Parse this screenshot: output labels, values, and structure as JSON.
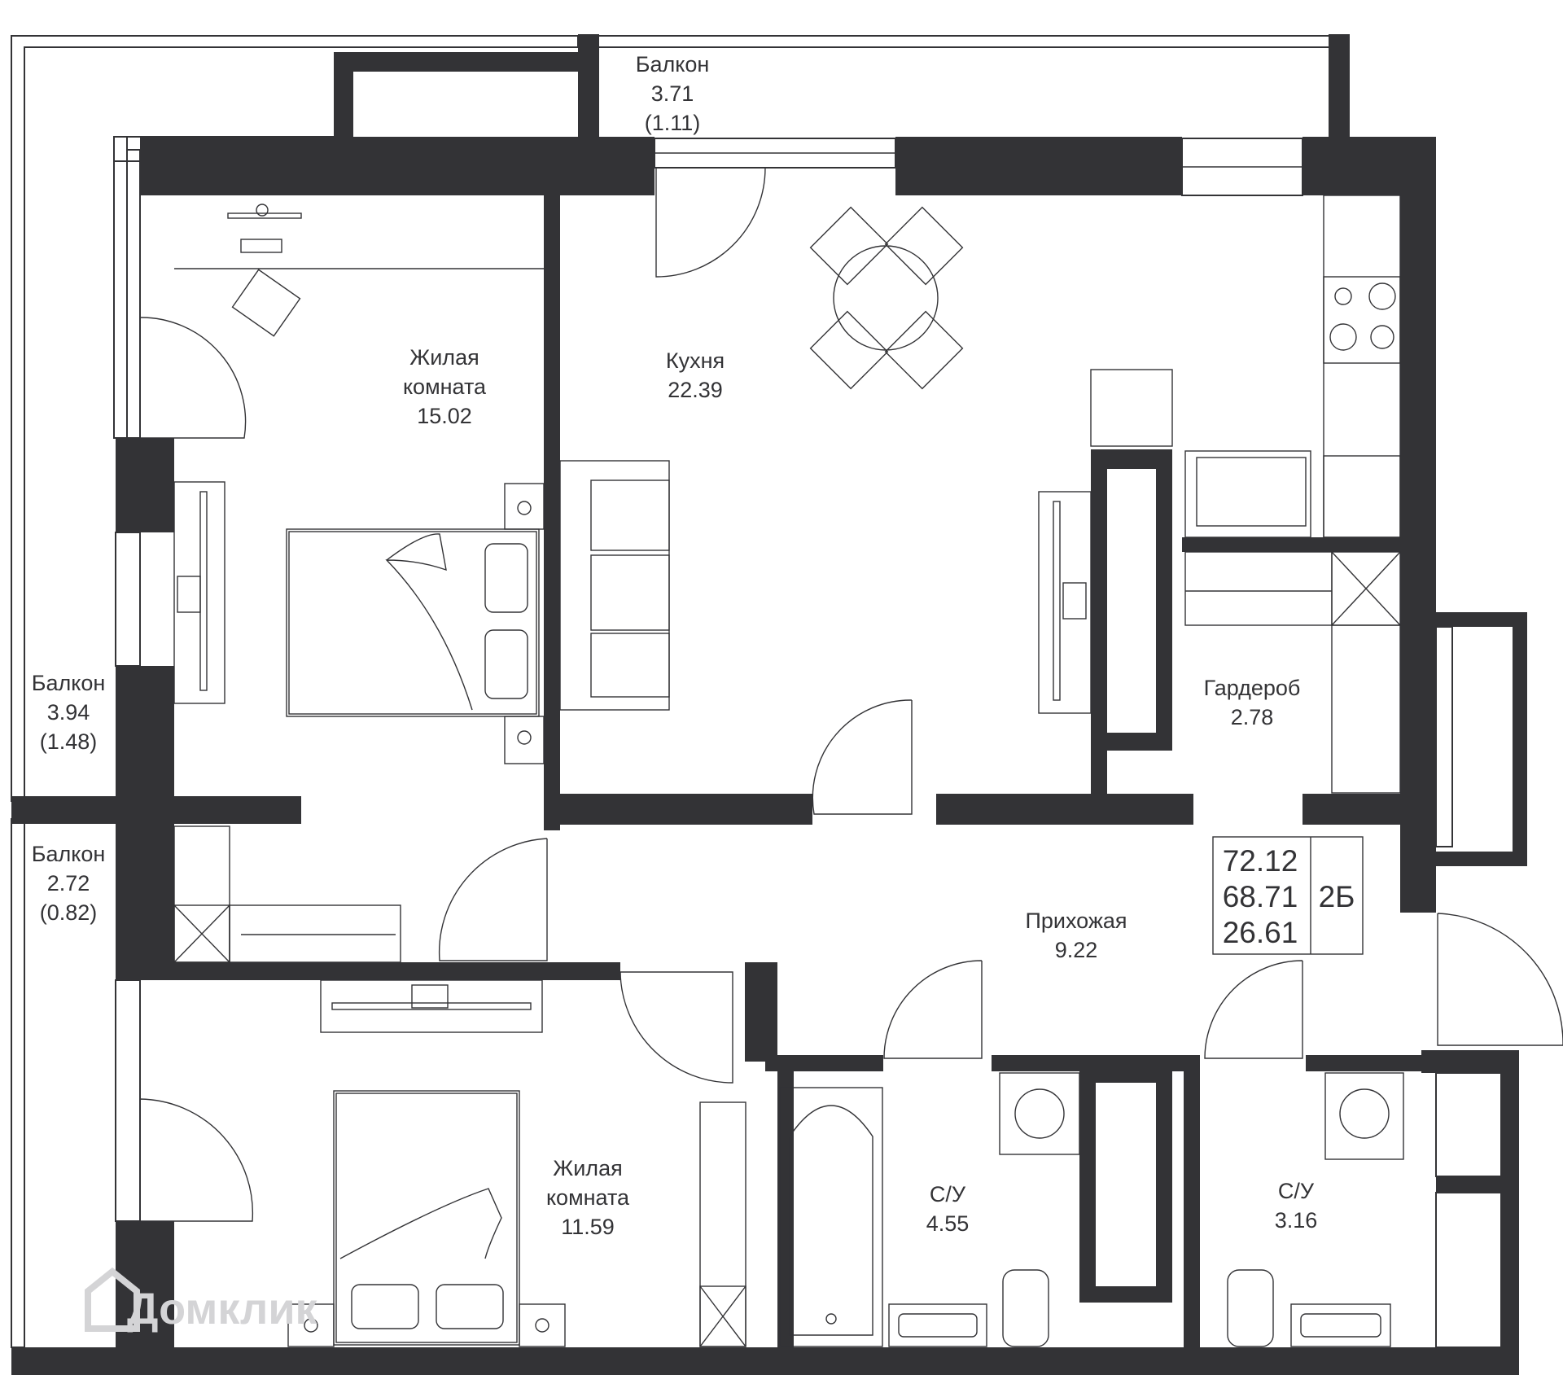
{
  "rooms": {
    "balcony_top": {
      "name": "Балкон",
      "area": "3.71",
      "area_coef": "(1.11)"
    },
    "balcony_left1": {
      "name": "Балкон",
      "area": "3.94",
      "area_coef": "(1.48)"
    },
    "balcony_left2": {
      "name": "Балкон",
      "area": "2.72",
      "area_coef": "(0.82)"
    },
    "bedroom1": {
      "name_line1": "Жилая",
      "name_line2": "комната",
      "area": "15.02"
    },
    "kitchen": {
      "name": "Кухня",
      "area": "22.39"
    },
    "wardrobe": {
      "name": "Гардероб",
      "area": "2.78"
    },
    "hallway": {
      "name": "Прихожая",
      "area": "9.22"
    },
    "bedroom2": {
      "name_line1": "Жилая",
      "name_line2": "комната",
      "area": "11.59"
    },
    "bathroom1": {
      "name": "С/У",
      "area": "4.55"
    },
    "bathroom2": {
      "name": "С/У",
      "area": "3.16"
    }
  },
  "summary": {
    "total_area": "72.12",
    "area_without_balconies": "68.71",
    "living_area": "26.61",
    "flat_type": "2Б"
  },
  "watermark": {
    "text": "Домклик"
  },
  "colors": {
    "wall": "#333336",
    "background": "#ffffff",
    "watermark": "#d4d4d6"
  }
}
